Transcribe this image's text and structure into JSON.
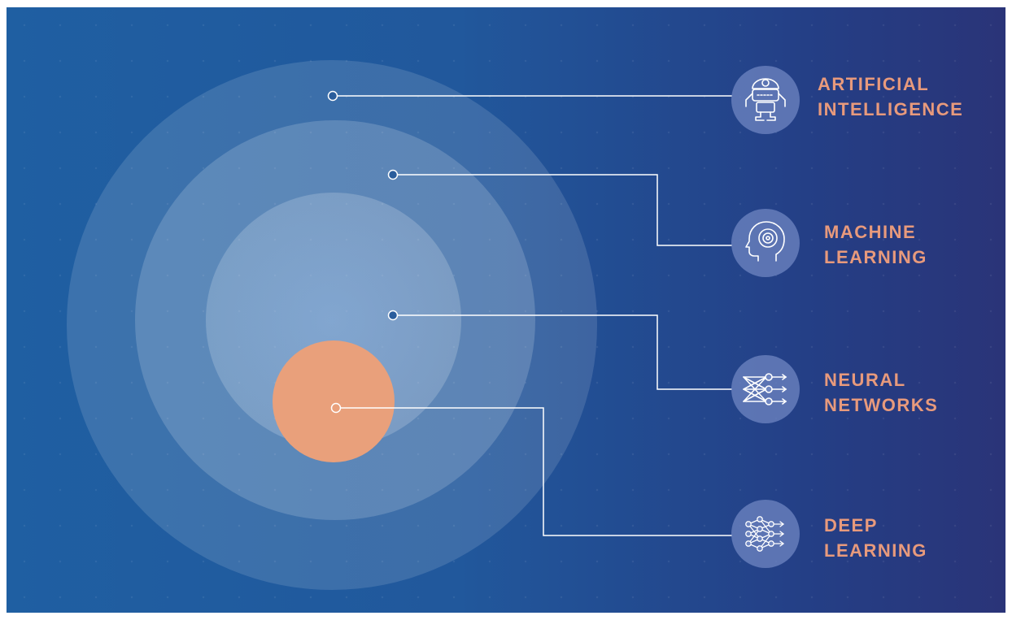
{
  "colors": {
    "background_left": "#1f5fa2",
    "background_right": "#2a3478",
    "label": "#e89a7c",
    "core_circle": "#e9a07b",
    "connector": "#ffffff"
  },
  "items": [
    {
      "line1": "ARTIFICIAL",
      "line2": "INTELLIGENCE",
      "icon": "robot-icon"
    },
    {
      "line1": "MACHINE",
      "line2": "LEARNING",
      "icon": "head-brain-icon"
    },
    {
      "line1": "NEURAL",
      "line2": "NETWORKS",
      "icon": "neural-network-icon"
    },
    {
      "line1": "DEEP",
      "line2": "LEARNING",
      "icon": "deep-network-icon"
    }
  ]
}
